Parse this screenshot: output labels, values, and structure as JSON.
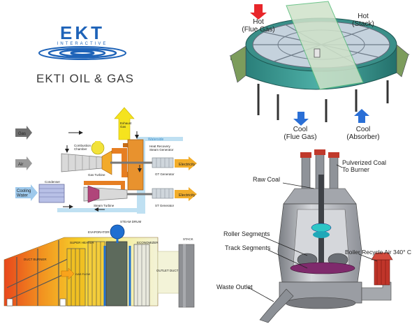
{
  "logo": {
    "text": "EKT",
    "subtext": "INTERACTIVE"
  },
  "company": "EKTI OIL & GAS",
  "colors": {
    "brand": "#1e63b8",
    "hot": "#e8262a",
    "cool": "#2a6fd6",
    "duct_teal": "#9fd0cc"
  },
  "heat_exchanger": {
    "hot_flue": "Hot\n(Flue Gas)",
    "hot_stack": "Hot\n(Stack)",
    "cool_flue": "Cool\n(Flue Gas)",
    "cool_absorber": "Cool\n(Absorber)"
  },
  "combined_cycle": {
    "gas": "Gas",
    "air": "Air",
    "cooling_water": "Cooling\nWater",
    "exhaust": "Exhaust\nGas",
    "waterside": "Waterside",
    "combustion": "Combustion\nChamber",
    "hrsg": "Heat Recovery\nSteam Generator",
    "gas_turbine": "Gas Turbine",
    "gt_generator": "GT Generator",
    "condenser": "Condenser",
    "steam_turbine": "Steam Turbine",
    "st_generator": "ST Generator",
    "electricity_1": "Electricity",
    "electricity_2": "Electricity"
  },
  "hrsg": {
    "steam_drum": "STEAM DRUM",
    "evaporator": "EVAPORATOR",
    "super_heater": "SUPER HEATER",
    "economizer": "ECONOMIZER",
    "stack": "STACK",
    "duct_burner": "DUCT BURNER",
    "gas_flow": "GAS FLOW",
    "outlet_duct": "OUTLET DUCT"
  },
  "mill": {
    "pulverized": "Pulverized Coal\nTo Burner",
    "raw_coal": "Raw Coal",
    "roller": "Roller Segments",
    "track": "Track Segments",
    "boiler_air": "Boiler Recycle Air 340° C",
    "waste": "Waste Outlet"
  }
}
